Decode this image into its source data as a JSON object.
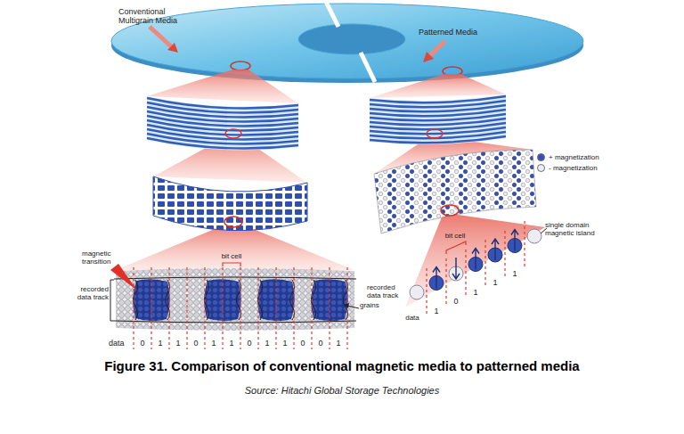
{
  "diagram": {
    "caption": "Figure 31. Comparison of conventional magnetic media to patterned media",
    "labels": [
      "Conventional Multigrain Media",
      "Patterned Media",
      "single domain magnetic island",
      "bit cell",
      "recorded data track",
      "data",
      "1",
      "0",
      "1",
      "1",
      "1",
      "magnetic transition",
      "bit cell",
      "recorded data track",
      "grains",
      "data",
      "0",
      "1",
      "1",
      "0",
      "1",
      "1",
      "0",
      "1",
      "1",
      "0",
      "0",
      "1",
      "Source: Hitachi Global Storage Technologies"
    ],
    "legend": [
      {
        "text": "+ magnetization",
        "color": "#3552b5"
      },
      {
        "text": "- magnetization",
        "color": "#ececf2"
      }
    ]
  }
}
